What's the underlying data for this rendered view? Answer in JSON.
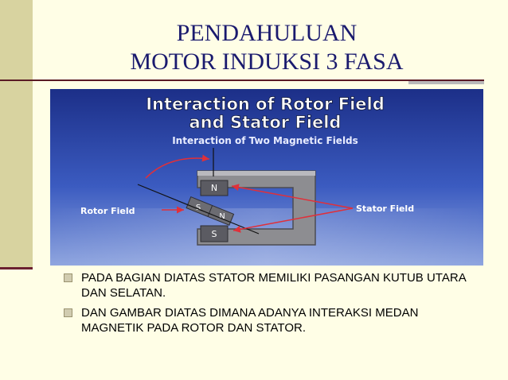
{
  "slide": {
    "title_line1": "PENDAHULUAN",
    "title_line2": "MOTOR INDUKSI 3 FASA"
  },
  "figure": {
    "heading_line1": "Interaction of Rotor Field",
    "heading_line2": "and Stator Field",
    "subheading": "Interaction of Two Magnetic Fields",
    "label_rotor": "Rotor Field",
    "label_stator": "Stator Field",
    "pole_n_stator": "N",
    "pole_s_stator": "S",
    "pole_s_rotor": "S",
    "pole_n_rotor": "N"
  },
  "bullets": [
    "PADA BAGIAN DIATAS STATOR MEMILIKI PASANGAN KUTUB UTARA DAN SELATAN.",
    "DAN GAMBAR DIATAS DIMANA ADANYA INTERAKSI MEDAN MAGNETIK PADA ROTOR DAN STATOR."
  ],
  "colors": {
    "background": "#fffee6",
    "left_band": "#d8d3a0",
    "title_text": "#1a1a6e",
    "rule": "#5a1a25",
    "arrow": "#e0303a",
    "figure_sky_top": "#1c2f88",
    "figure_sky_bottom": "#8fa5df"
  }
}
